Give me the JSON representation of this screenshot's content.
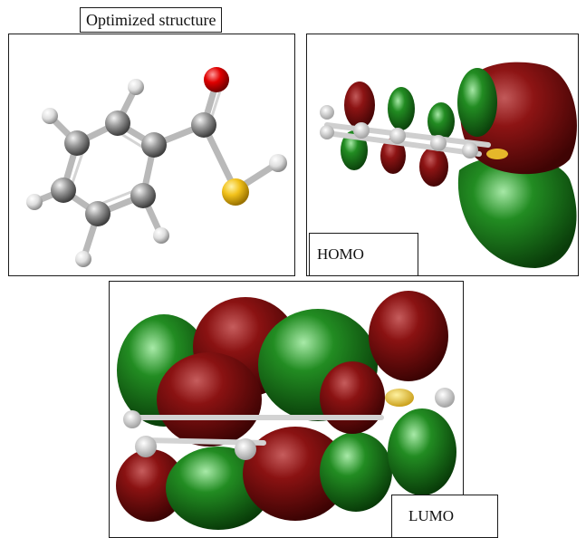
{
  "labels": {
    "optimized": "Optimized structure",
    "homo": "HOMO",
    "lumo": "LUMO"
  },
  "colors": {
    "carbon": "#8a8a8a",
    "hydrogen": "#e9e9e9",
    "oxygen": "#e00000",
    "sulfur": "#f2c21b",
    "orbital_positive": "#7a0a0a",
    "orbital_negative": "#1f8a1f"
  }
}
